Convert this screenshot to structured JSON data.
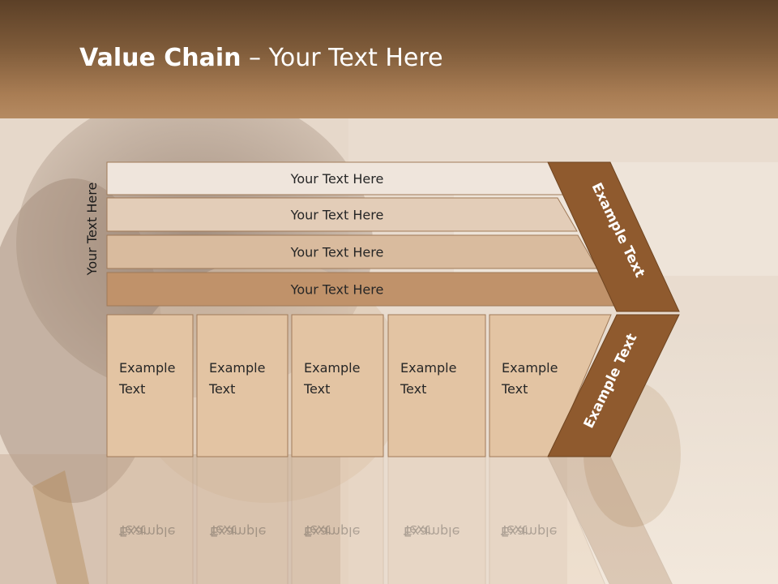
{
  "slide": {
    "title_bold": "Value Chain",
    "title_rest": " – Your Text Here",
    "side_label": "Your Text Here"
  },
  "support_rows": [
    {
      "label": "Your Text Here",
      "color": "#efe5dc"
    },
    {
      "label": "Your Text Here",
      "color": "#e3cdb8"
    },
    {
      "label": "Your Text Here",
      "color": "#d9bb9e"
    },
    {
      "label": "Your Text Here",
      "color": "#c0926a"
    }
  ],
  "primary_activities": [
    {
      "line1": "Example",
      "line2": "Text"
    },
    {
      "line1": "Example",
      "line2": "Text"
    },
    {
      "line1": "Example",
      "line2": "Text"
    },
    {
      "line1": "Example",
      "line2": "Text"
    },
    {
      "line1": "Example",
      "line2": "Text"
    }
  ],
  "margin": {
    "upper_label": "Example Text",
    "lower_label": "Example Text",
    "color": "#8f5a2e"
  },
  "colors": {
    "header_dark": "#5c4027",
    "header_light": "#b58a61",
    "activity_fill": "#e3c4a3",
    "outline": "#a07a58"
  }
}
